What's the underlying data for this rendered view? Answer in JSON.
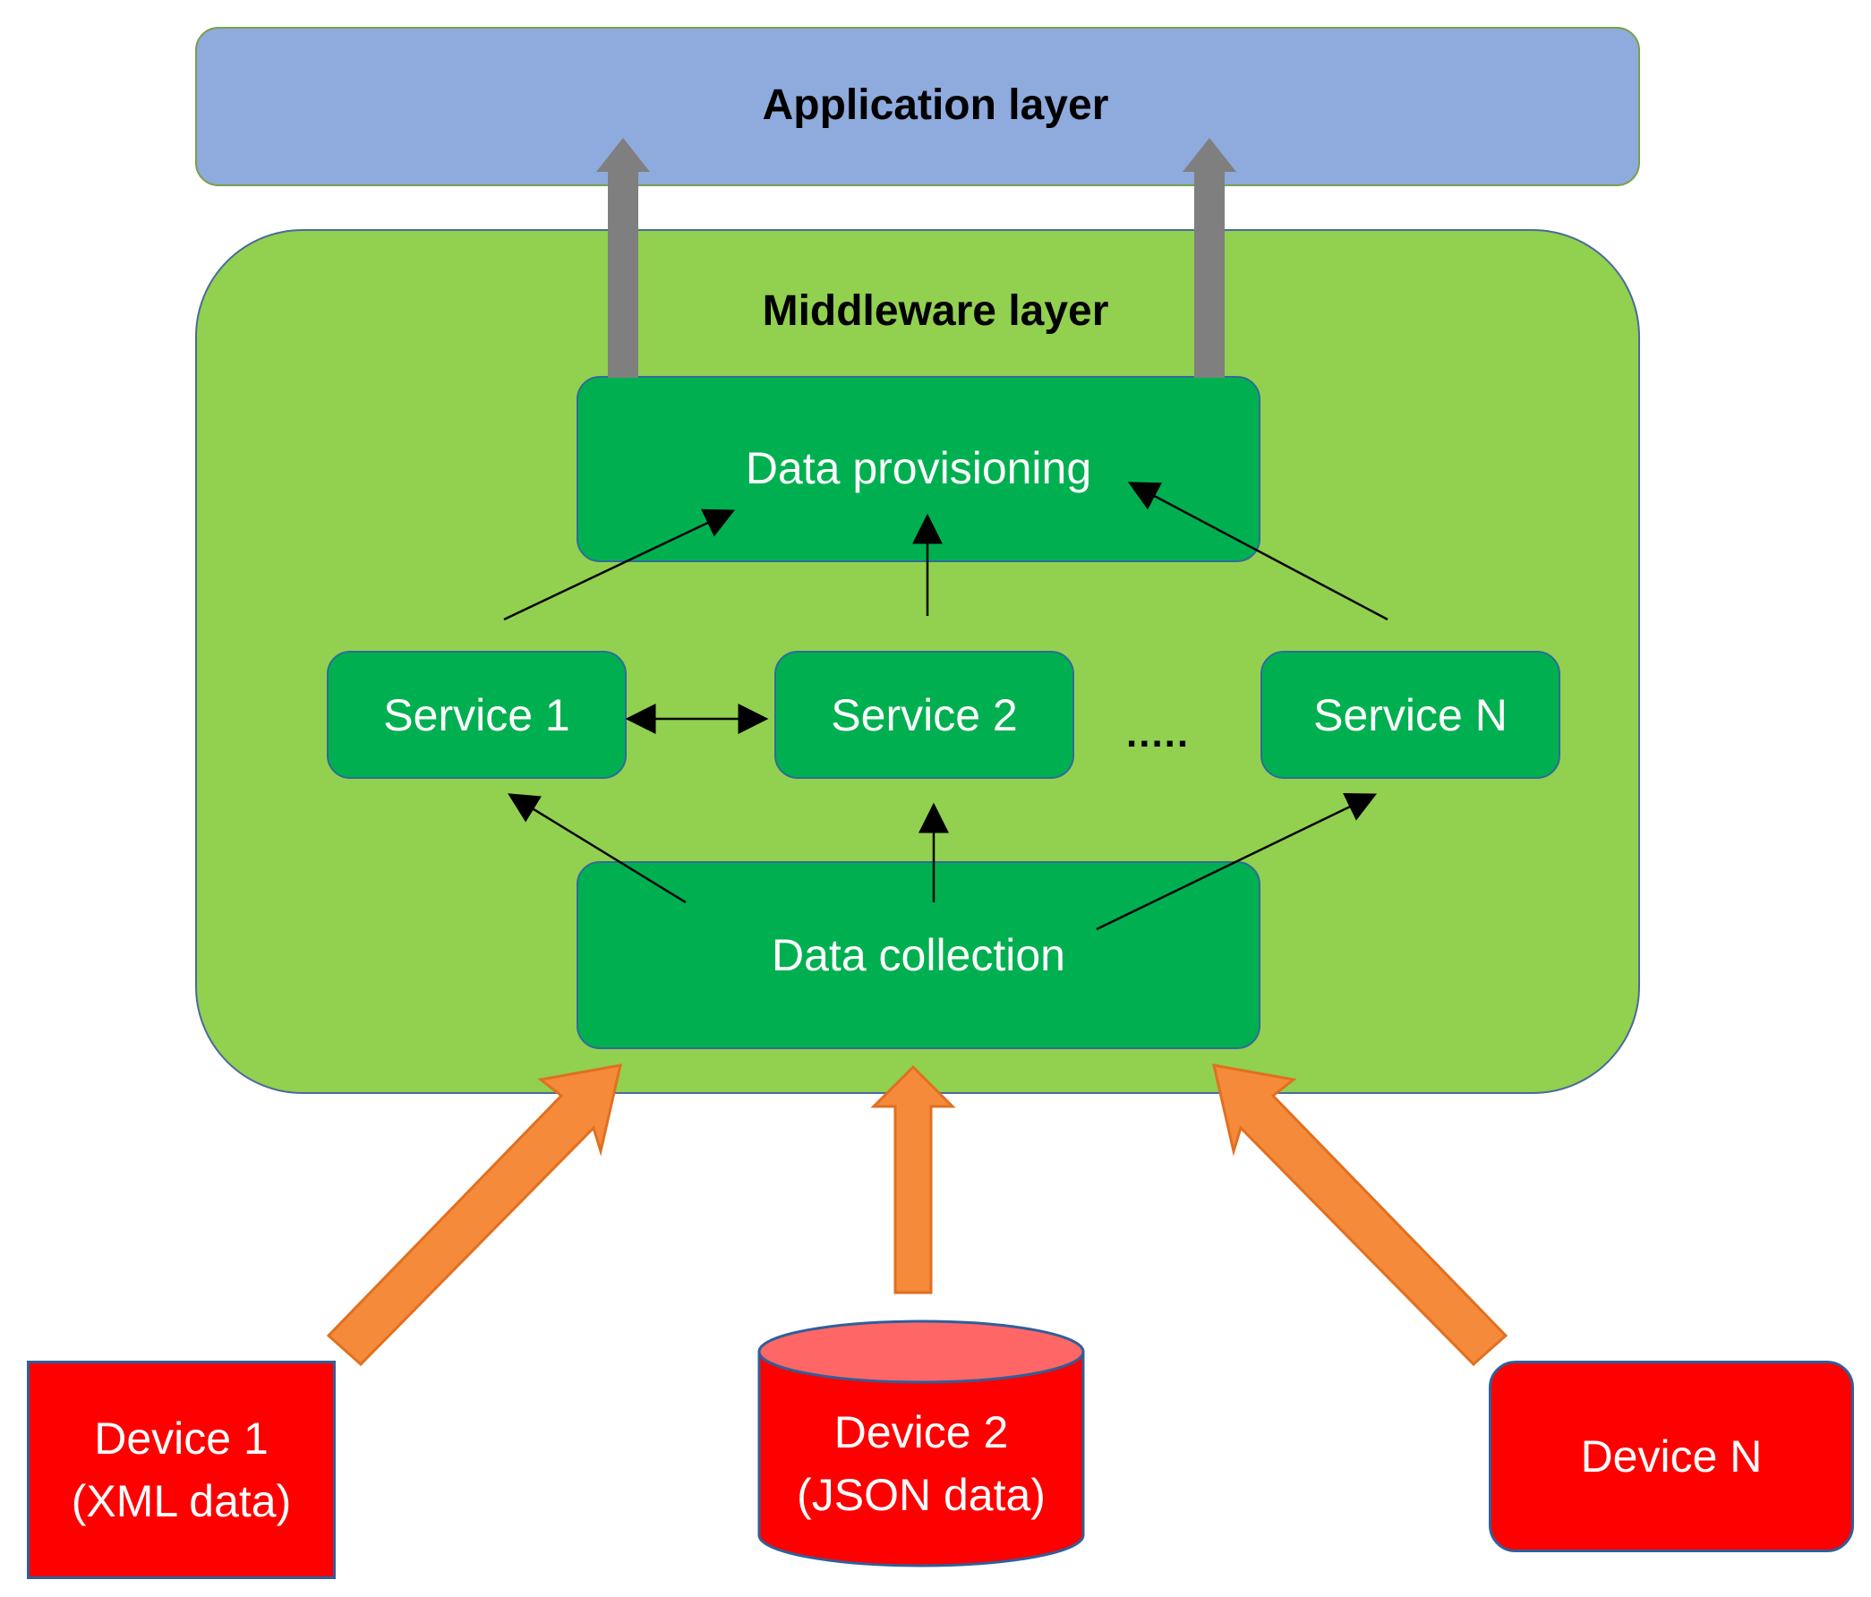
{
  "application_layer": {
    "title": "Application layer"
  },
  "middleware_layer": {
    "title": "Middleware layer",
    "data_provisioning": "Data provisioning",
    "data_collection": "Data collection",
    "services": [
      "Service 1",
      "Service 2",
      "Service N"
    ],
    "ellipsis": "....."
  },
  "devices": [
    {
      "line1": "Device 1",
      "line2": "(XML data)",
      "shape": "rectangle"
    },
    {
      "line1": "Device 2",
      "line2": "(JSON data)",
      "shape": "cylinder"
    },
    {
      "line1": "Device N",
      "line2": "",
      "shape": "rounded-rectangle"
    }
  ],
  "colors": {
    "application_layer": "#8faadc",
    "middleware_layer": "#92d050",
    "component": "#00b050",
    "device": "#ff0000",
    "upward_arrow": "#7f7f7f",
    "input_arrow": "#f58a3a"
  }
}
